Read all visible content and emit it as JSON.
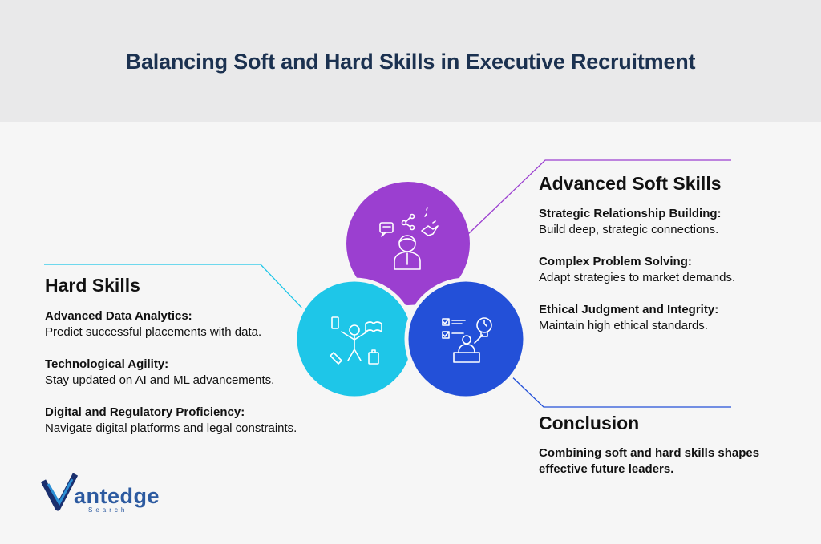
{
  "title": "Balancing Soft and Hard Skills in Executive Recruitment",
  "hard_skills": {
    "heading": "Hard Skills",
    "items": [
      {
        "label": "Advanced Data Analytics:",
        "desc": "Predict successful placements with data."
      },
      {
        "label": "Technological Agility:",
        "desc": "Stay updated on AI and ML advancements."
      },
      {
        "label": "Digital and Regulatory Proficiency:",
        "desc": "Navigate digital platforms and legal constraints."
      }
    ]
  },
  "soft_skills": {
    "heading": "Advanced Soft Skills",
    "items": [
      {
        "label": "Strategic Relationship Building:",
        "desc": "Build deep, strategic connections."
      },
      {
        "label": "Complex Problem Solving:",
        "desc": "Adapt strategies to market demands."
      },
      {
        "label": "Ethical Judgment and Integrity:",
        "desc": "Maintain high ethical standards."
      }
    ]
  },
  "conclusion": {
    "heading": "Conclusion",
    "text": "Combining soft and hard skills shapes effective future leaders."
  },
  "logo": {
    "name": "antedge",
    "sub": "Search"
  },
  "colors": {
    "purple": "#9b3fd0",
    "cyan": "#1ec6e8",
    "blue": "#2350d8",
    "title": "#1b3150"
  },
  "icons": [
    "networking-person-icon",
    "multitasking-person-icon",
    "presentation-ideas-icon"
  ]
}
